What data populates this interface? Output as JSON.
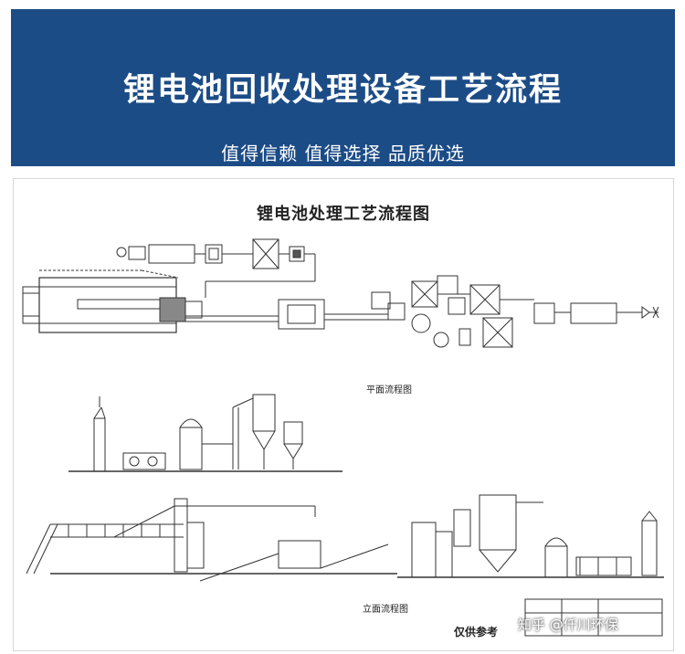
{
  "banner": {
    "title": "锂电池回收处理设备工艺流程",
    "subtitle": "值得信赖 值得选择 品质优选",
    "background_color": "#1c4c86"
  },
  "drawing": {
    "title": "锂电池处理工艺流程图",
    "plan_caption": "平面流程图",
    "elevation_caption": "立面流程图",
    "note": "仅供参考",
    "watermark": "知乎 @仟川环保"
  }
}
